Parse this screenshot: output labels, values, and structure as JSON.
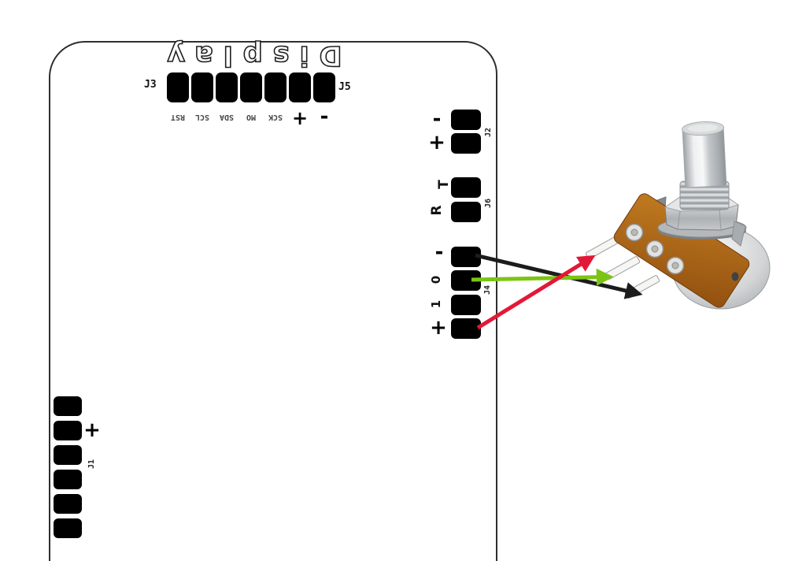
{
  "diagram": {
    "board": {
      "silkscreen_title": "Display",
      "top_connector": {
        "left_ref": "J3",
        "right_ref": "J5",
        "pin_labels": [
          "RST",
          "SCL",
          "SDA",
          "MO",
          "SCK",
          "+",
          "-"
        ]
      },
      "j2": {
        "ref": "J2",
        "pin_labels": [
          "-",
          "+"
        ]
      },
      "j6": {
        "ref": "J6",
        "pin_labels": [
          "T",
          "R"
        ]
      },
      "j4": {
        "ref": "J4",
        "pin_labels": [
          "-",
          "0",
          "1",
          "+"
        ]
      },
      "j1": {
        "ref": "J1",
        "plus_label": "+"
      }
    },
    "wires": [
      {
        "id": "black-wire",
        "color": "#1c1c1c",
        "from": "J4 pad -",
        "to": "potentiometer bottom pin"
      },
      {
        "id": "green-wire",
        "color": "#7cc414",
        "from": "J4 pad 0",
        "to": "potentiometer middle pin"
      },
      {
        "id": "red-wire",
        "color": "#e31837",
        "from": "J4 pad +",
        "to": "potentiometer top pin"
      }
    ],
    "component": {
      "name": "rotary potentiometer"
    },
    "colors": {
      "pad": "#000000",
      "board_outline": "#2f2f2f",
      "silkscreen_gray": "#474747"
    }
  }
}
